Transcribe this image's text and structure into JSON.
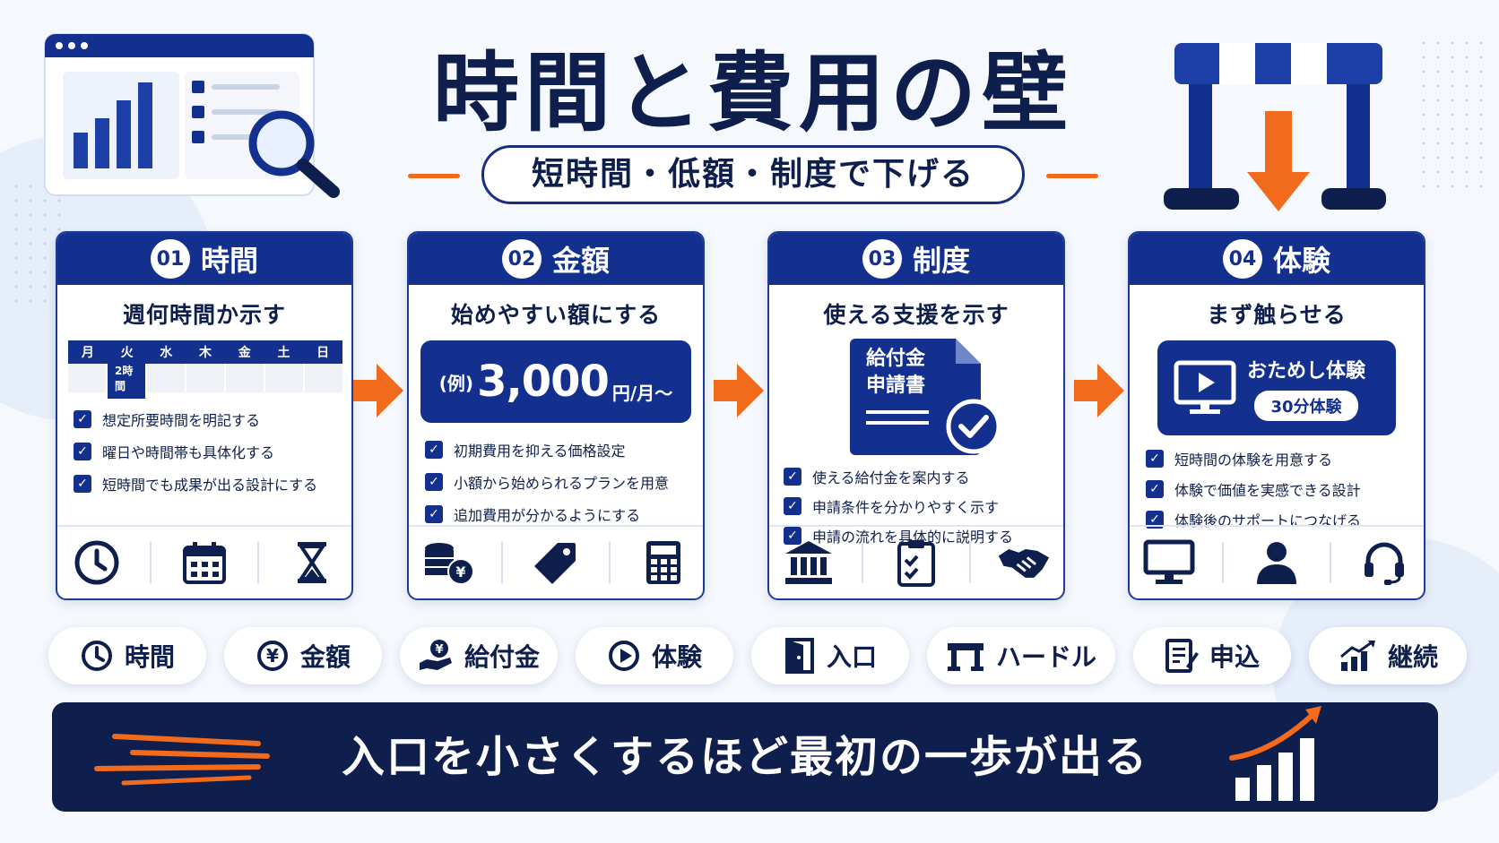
{
  "header": {
    "title": "時間と費用の壁",
    "subtitle": "短時間・低額・制度で下げる"
  },
  "colors": {
    "navy": "#13308f",
    "dark_navy": "#0f1f4d",
    "orange": "#f26a1b"
  },
  "cards": [
    {
      "number": "01",
      "title": "時間",
      "subtitle": "週何時間か示す",
      "days": [
        "月",
        "火",
        "水",
        "木",
        "金",
        "土",
        "日"
      ],
      "badge": "2時間",
      "checks": [
        "想定所要時間を明記する",
        "曜日や時間帯も具体化する",
        "短時間でも成果が出る設計にする"
      ],
      "icons": [
        "clock-icon",
        "calendar-icon",
        "hourglass-icon"
      ]
    },
    {
      "number": "02",
      "title": "金額",
      "subtitle": "始めやすい額にする",
      "price_prefix": "(例)",
      "price": "3,000",
      "price_unit": "円/月～",
      "checks": [
        "初期費用を抑える価格設定",
        "小額から始められるプランを用意",
        "追加費用が分かるようにする"
      ],
      "icons": [
        "coins-yen-icon",
        "price-tag-icon",
        "calculator-icon"
      ]
    },
    {
      "number": "03",
      "title": "制度",
      "subtitle": "使える支援を示す",
      "document_text": "給付金\n申請書",
      "checks": [
        "使える給付金を案内する",
        "申請条件を分かりやすく示す",
        "申請の流れを具体的に説明する"
      ],
      "icons": [
        "government-building-icon",
        "clipboard-check-icon",
        "handshake-icon"
      ]
    },
    {
      "number": "04",
      "title": "体験",
      "subtitle": "まず触らせる",
      "trial_title": "おためし体験",
      "trial_pill": "30分体験",
      "checks": [
        "短時間の体験を用意する",
        "体験で価値を実感できる設計",
        "体験後のサポートにつなげる"
      ],
      "icons": [
        "monitor-icon",
        "user-icon",
        "headset-icon"
      ]
    }
  ],
  "tags": [
    {
      "icon": "clock-icon",
      "label": "時間"
    },
    {
      "icon": "yen-icon",
      "label": "金額"
    },
    {
      "icon": "hand-yen-icon",
      "label": "給付金"
    },
    {
      "icon": "play-icon",
      "label": "体験"
    },
    {
      "icon": "door-icon",
      "label": "入口"
    },
    {
      "icon": "hurdle-icon",
      "label": "ハードル"
    },
    {
      "icon": "form-pen-icon",
      "label": "申込"
    },
    {
      "icon": "growth-chart-icon",
      "label": "継続"
    }
  ],
  "banner": {
    "text": "入口を小さくするほど最初の一歩が出る"
  }
}
